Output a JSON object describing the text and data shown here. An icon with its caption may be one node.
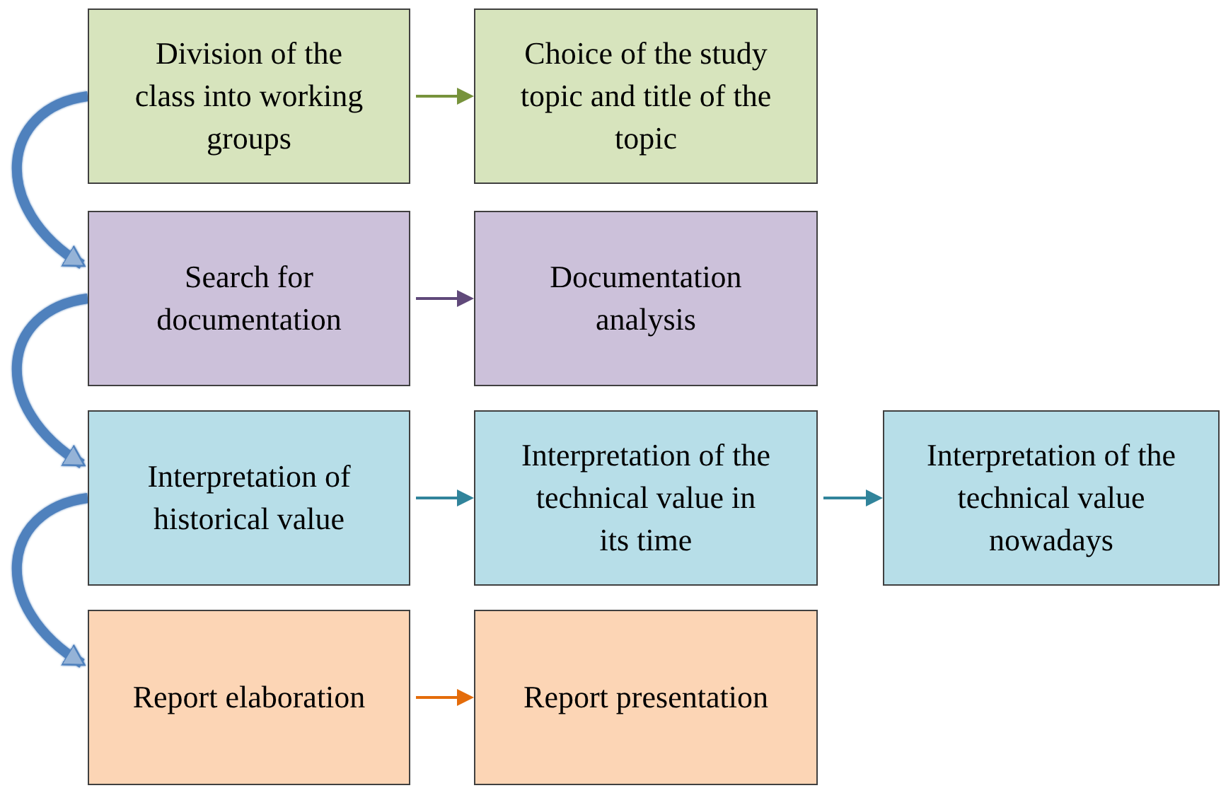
{
  "diagram": {
    "nodes": [
      {
        "text": [
          "Division of the class into working groups"
        ]
      },
      {
        "text": [
          "Choice of the study topic and title of the topic"
        ]
      },
      {
        "text": [
          "Search for documentation"
        ]
      },
      {
        "text": [
          "Documentation analysis"
        ]
      },
      {
        "text": [
          "Interpretation of historical value"
        ]
      },
      {
        "text": [
          "Interpretation of the technical value in its time"
        ]
      },
      {
        "text": [
          "Interpretation of the technical value nowadays"
        ]
      },
      {
        "text": [
          "Report elaboration"
        ]
      },
      {
        "text": [
          "Report presentation"
        ]
      }
    ],
    "edges": [
      {
        "from": 0,
        "to": 1,
        "arrow": "to",
        "color": "#77933c"
      },
      {
        "from": 2,
        "to": 3,
        "arrow": "to",
        "color": "#60497a"
      },
      {
        "from": 4,
        "to": 5,
        "arrow": "to",
        "color": "#31849b"
      },
      {
        "from": 5,
        "to": 6,
        "arrow": "to",
        "color": "#31849b"
      },
      {
        "from": 7,
        "to": 8,
        "arrow": "to",
        "color": "#e46c0a"
      },
      {
        "from": 0,
        "to": 2,
        "arrow": "to",
        "style": "thick",
        "color": "#4f81bd"
      },
      {
        "from": 2,
        "to": 4,
        "arrow": "to",
        "style": "thick",
        "color": "#4f81bd"
      },
      {
        "from": 4,
        "to": 7,
        "arrow": "to",
        "style": "thick",
        "color": "#4f81bd"
      }
    ]
  }
}
